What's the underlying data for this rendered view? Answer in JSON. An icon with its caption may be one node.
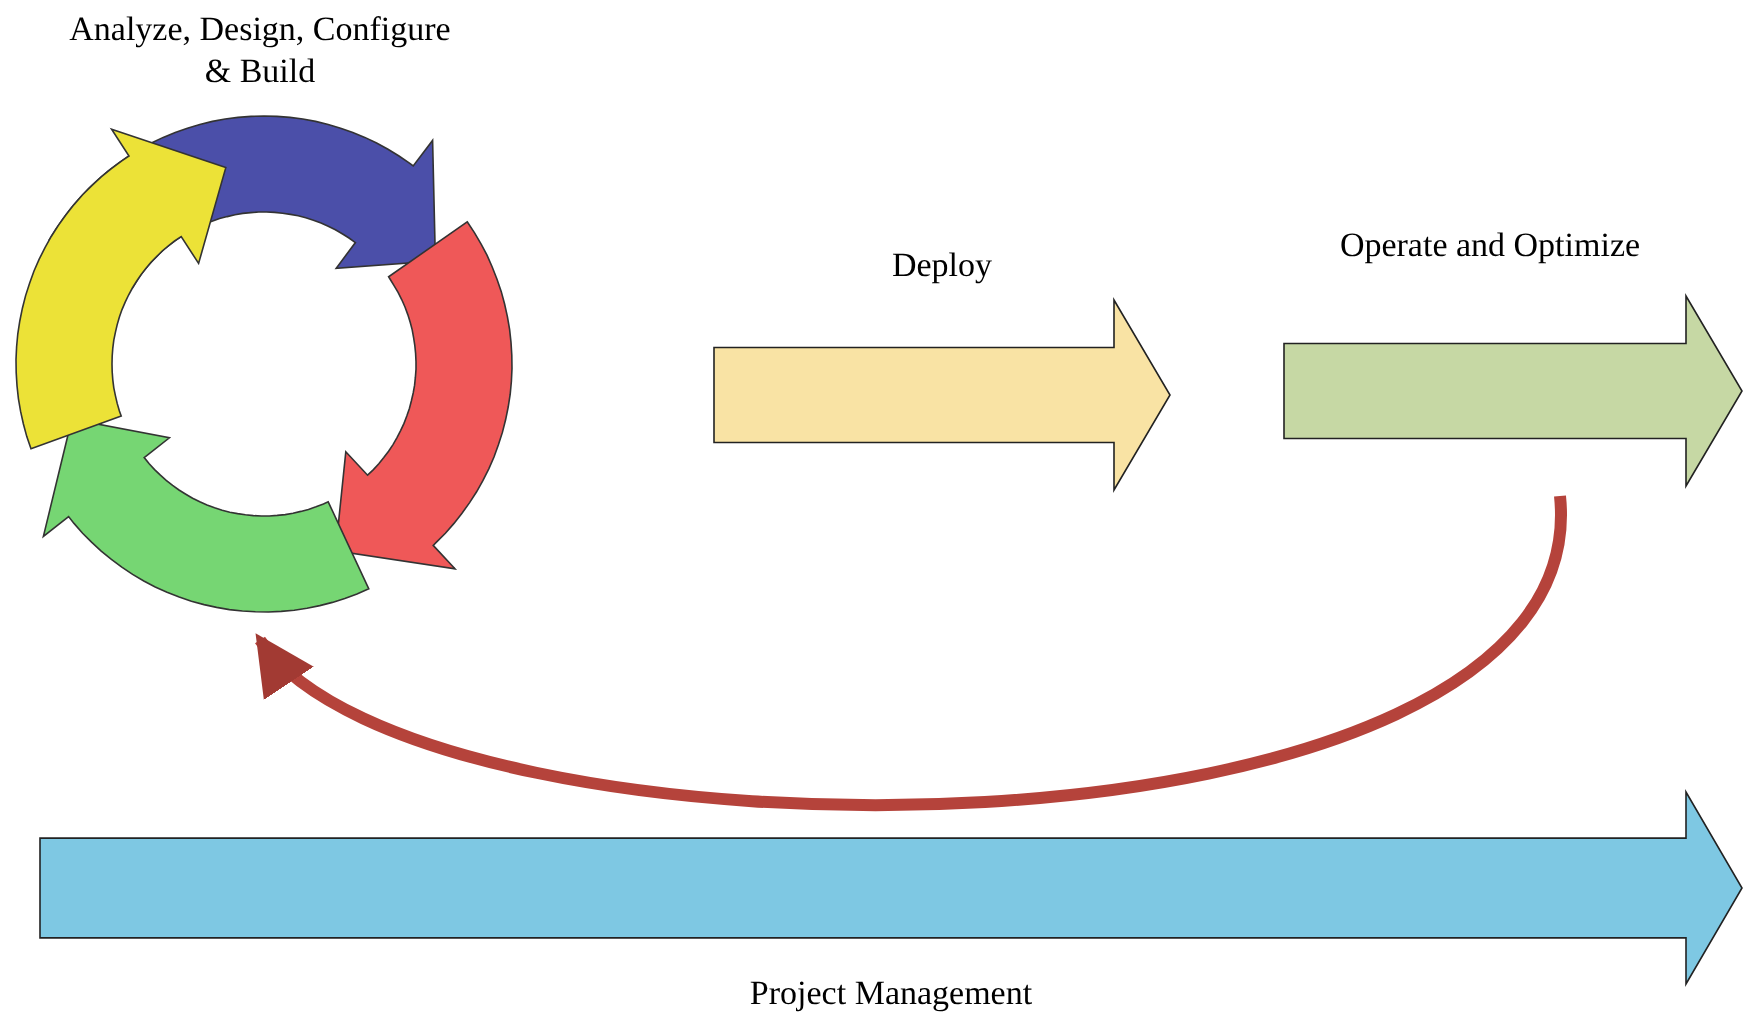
{
  "diagram": {
    "nodes": [
      {
        "text": [
          "Analyze, Design, Configure & Build"
        ]
      },
      {
        "text": [
          "Deploy"
        ]
      },
      {
        "text": [
          "Operate and Optimize"
        ]
      },
      {
        "text": [
          "Project Management"
        ]
      }
    ],
    "edges": [
      {
        "from": 2,
        "to": 0,
        "arrow": "to"
      }
    ]
  }
}
